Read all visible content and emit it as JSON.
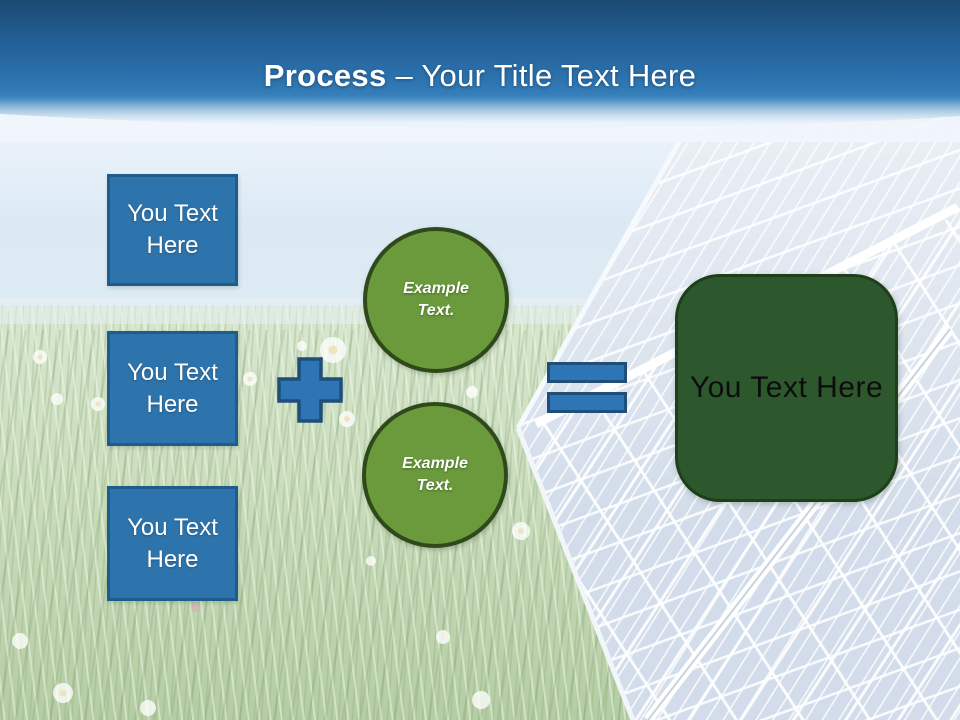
{
  "header": {
    "title_emphasis": "Process",
    "title_rest": "– Your Title Text Here"
  },
  "diagram": {
    "input_boxes": [
      {
        "label": "You Text Here"
      },
      {
        "label": "You Text Here"
      },
      {
        "label": "You Text Here"
      }
    ],
    "plus_operator": {
      "symbol": "+"
    },
    "example_circles": [
      {
        "label": "Example Text."
      },
      {
        "label": "Example Text."
      }
    ],
    "equals_operator": {
      "symbol": "="
    },
    "result_box": {
      "label": "You Text Here"
    }
  },
  "background": {
    "description": "sunny meadow with grass and daisies on the left, large solar panels on the right, light blue sky, dark blue title band fading to white"
  },
  "colors": {
    "title-color": "#ffffff",
    "header-top": "#1b4a71",
    "header-mid": "#2d74b0",
    "box-fill": "#2e74ac",
    "box-border": "#1f5c8b",
    "operator-fill": "#2e75b6",
    "operator-border": "#1f4e79",
    "circle-fill": "#6a9a3c",
    "circle-border": "#2f4a1a",
    "result-fill": "#2d572c",
    "result-border": "#1e3f19"
  }
}
